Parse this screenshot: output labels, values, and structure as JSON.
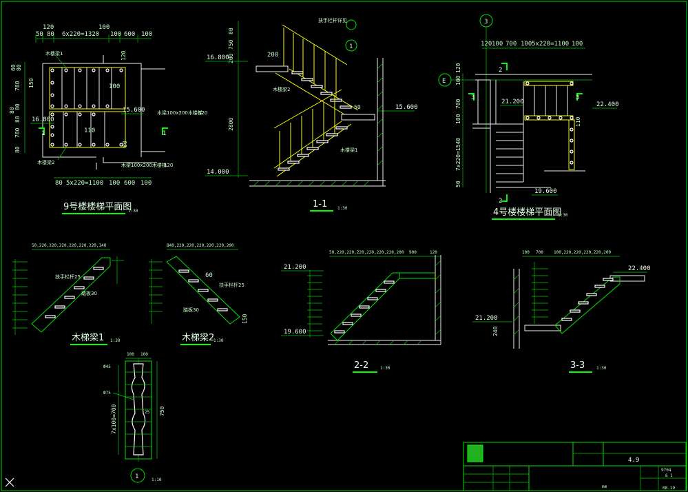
{
  "views": {
    "plan9": {
      "title": "9号楼楼梯平面图",
      "scale": "1:30",
      "top_dims": [
        "120",
        "50",
        "80",
        "6x220=1320",
        "100",
        "100",
        "600",
        "100"
      ],
      "bottom_dims": [
        "80",
        "5x220=1100",
        "100",
        "600",
        "100"
      ],
      "left_dims": [
        "60",
        "80",
        "780",
        "80",
        "80",
        "80",
        "780",
        "80"
      ],
      "inner_dims": [
        "150",
        "100",
        "110",
        "120",
        "80"
      ],
      "levels": [
        "16.800",
        "15.600"
      ],
      "section_marks": [
        "1",
        "1"
      ],
      "notes": [
        "木楼梁1",
        "木楼梁2",
        "木梁100x200木楼梯",
        "木梁100x200木楼梯",
        "120",
        "120"
      ]
    },
    "sec11": {
      "title": "1-1",
      "scale": "1:30",
      "levels": [
        "16.800",
        "15.600",
        "14.000"
      ],
      "dims_left": [
        "80",
        "750",
        "200",
        "2800"
      ],
      "dims_misc": [
        "200",
        "50"
      ],
      "notes": [
        "扶手栏杆详见",
        "木楼梁2",
        "木楼梁1",
        "1"
      ]
    },
    "plan4": {
      "title": "4号楼楼梯平面图",
      "scale": "1:30",
      "axis_labels": [
        "3",
        "E"
      ],
      "top_dims": [
        "120",
        "100",
        "700",
        "100",
        "5x220=1100",
        "100"
      ],
      "left_dims": [
        "100",
        "120",
        "700",
        "100",
        "7x220=1540",
        "50"
      ],
      "levels": [
        "21.200",
        "22.400",
        "19.600"
      ],
      "section_marks": [
        "2",
        "2",
        "3",
        "3"
      ],
      "inner_dims": [
        "110"
      ]
    },
    "beam1": {
      "title": "木梯梁1",
      "scale": "1:30",
      "top_dims": "50,220,220,220,220,220,220,140",
      "notes": [
        "扶手栏杆25",
        "踏板30"
      ]
    },
    "beam2": {
      "title": "木梯梁2",
      "scale": "1:30",
      "top_dims": "840,220,220,220,220,220,200",
      "notes": [
        "扶手栏杆25",
        "踏板30",
        "60",
        "150"
      ]
    },
    "sec22": {
      "title": "2-2",
      "scale": "1:30",
      "levels": [
        "21.200",
        "19.600"
      ],
      "top_dims": [
        "50,220,220,220,220,220,220,200",
        "900",
        "120"
      ]
    },
    "sec33": {
      "title": "3-3",
      "scale": "1:30",
      "levels": [
        "22.400",
        "21.200"
      ],
      "top_dims": [
        "100",
        "700",
        "100,220,220,220,220,200"
      ],
      "misc": [
        "240"
      ]
    },
    "detail1": {
      "title": "1",
      "scale": "1:10",
      "top_dims": [
        "100",
        "100"
      ],
      "labels": [
        "Ф45",
        "Ф75",
        "7x100=700",
        "750",
        "25"
      ]
    }
  },
  "titleblock": {
    "sheet_no": "4.9",
    "code": "9704",
    "page": "6 1",
    "date": "08.19",
    "unit": "mm"
  },
  "colors": {
    "background": "#000000",
    "line_green": "#00e000",
    "line_white": "#f2f2f2",
    "line_yellow": "#ffff00",
    "text": "#c8ffc8"
  }
}
